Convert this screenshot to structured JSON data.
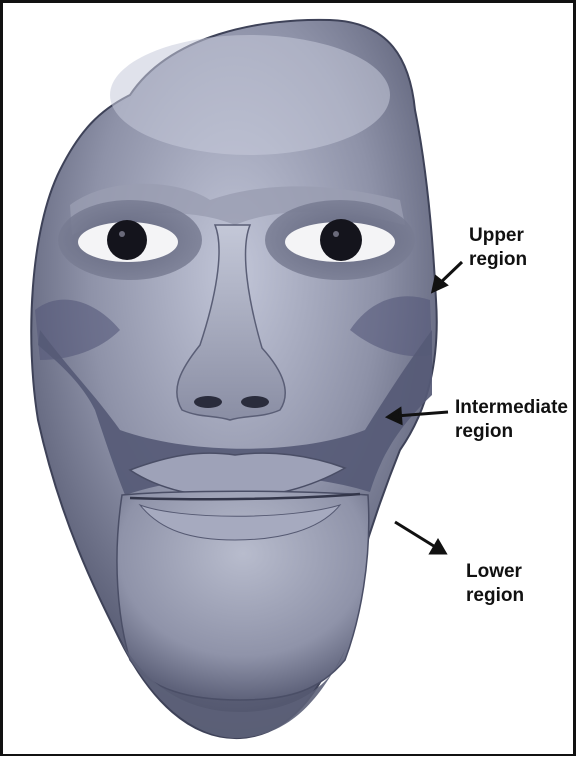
{
  "labels": {
    "upper": {
      "line1": "Upper",
      "line2": "region"
    },
    "intermediate": {
      "line1": "Intermediate",
      "line2": "region"
    },
    "lower": {
      "line1": "Lower",
      "line2": "region"
    }
  },
  "colors": {
    "face_base": "#8a8ea4",
    "face_light": "#b4b8cc",
    "face_dark": "#4a4e66",
    "intermediate_band": "#5a5e78",
    "lower_region": "#9da1b6",
    "arrow": "#111111"
  }
}
